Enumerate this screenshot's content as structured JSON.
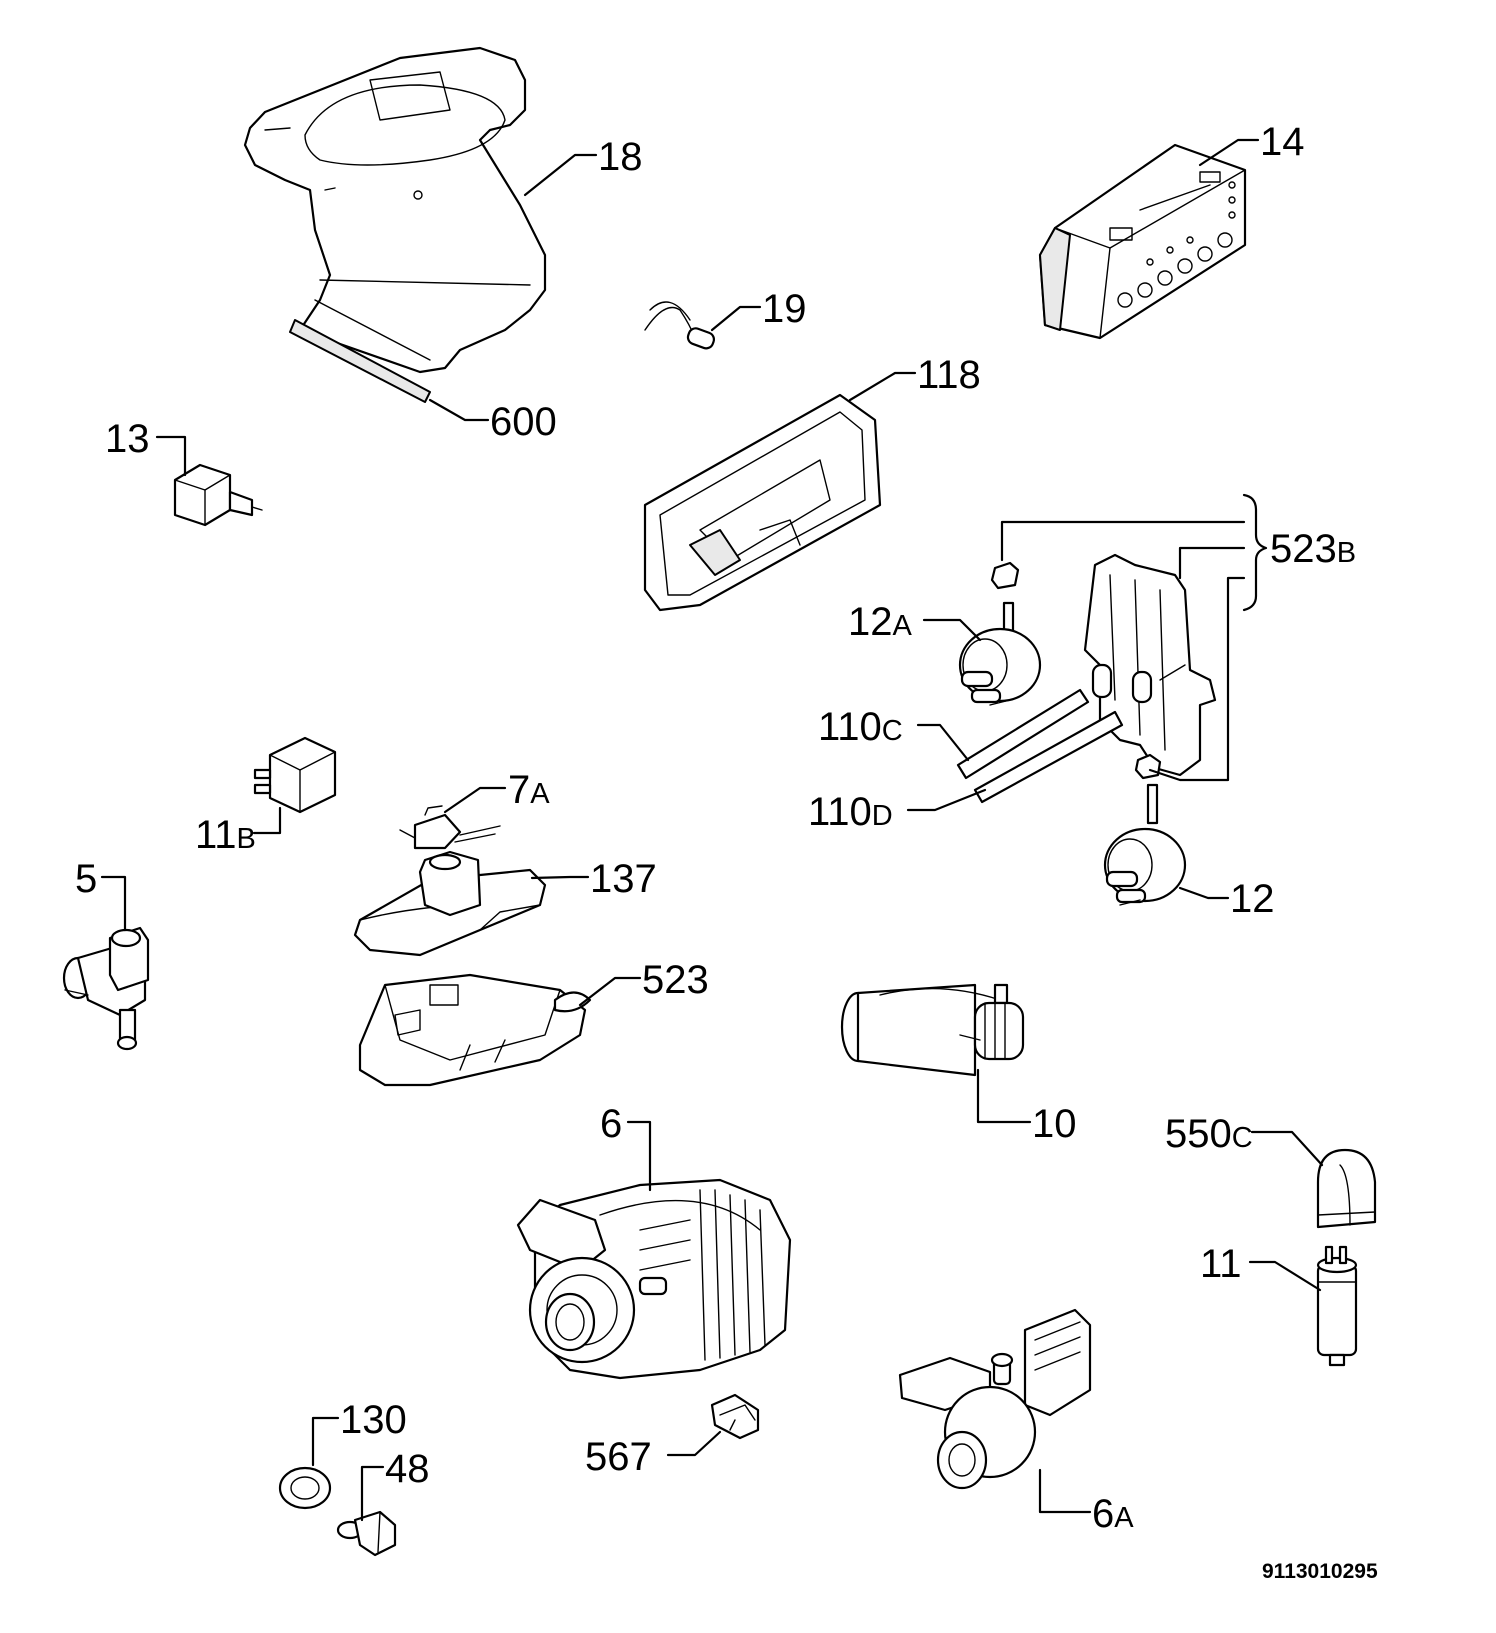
{
  "diagram": {
    "reference_code": "9113010295",
    "labels": {
      "p18": {
        "main": "18",
        "suffix": ""
      },
      "p14": {
        "main": "14",
        "suffix": ""
      },
      "p19": {
        "main": "19",
        "suffix": ""
      },
      "p118": {
        "main": "118",
        "suffix": ""
      },
      "p600": {
        "main": "600",
        "suffix": ""
      },
      "p13": {
        "main": "13",
        "suffix": ""
      },
      "p523b": {
        "main": "523",
        "suffix": "B"
      },
      "p12a": {
        "main": "12",
        "suffix": "A"
      },
      "p110c": {
        "main": "110",
        "suffix": "C"
      },
      "p110d": {
        "main": "110",
        "suffix": "D"
      },
      "p12": {
        "main": "12",
        "suffix": ""
      },
      "p11b": {
        "main": "11",
        "suffix": "B"
      },
      "p7a": {
        "main": "7",
        "suffix": "A"
      },
      "p5": {
        "main": "5",
        "suffix": ""
      },
      "p137": {
        "main": "137",
        "suffix": ""
      },
      "p523": {
        "main": "523",
        "suffix": ""
      },
      "p10": {
        "main": "10",
        "suffix": ""
      },
      "p6": {
        "main": "6",
        "suffix": ""
      },
      "p550c": {
        "main": "550",
        "suffix": "C"
      },
      "p11": {
        "main": "11",
        "suffix": ""
      },
      "p130": {
        "main": "130",
        "suffix": ""
      },
      "p48": {
        "main": "48",
        "suffix": ""
      },
      "p567": {
        "main": "567",
        "suffix": ""
      },
      "p6a": {
        "main": "6",
        "suffix": "A"
      }
    }
  }
}
